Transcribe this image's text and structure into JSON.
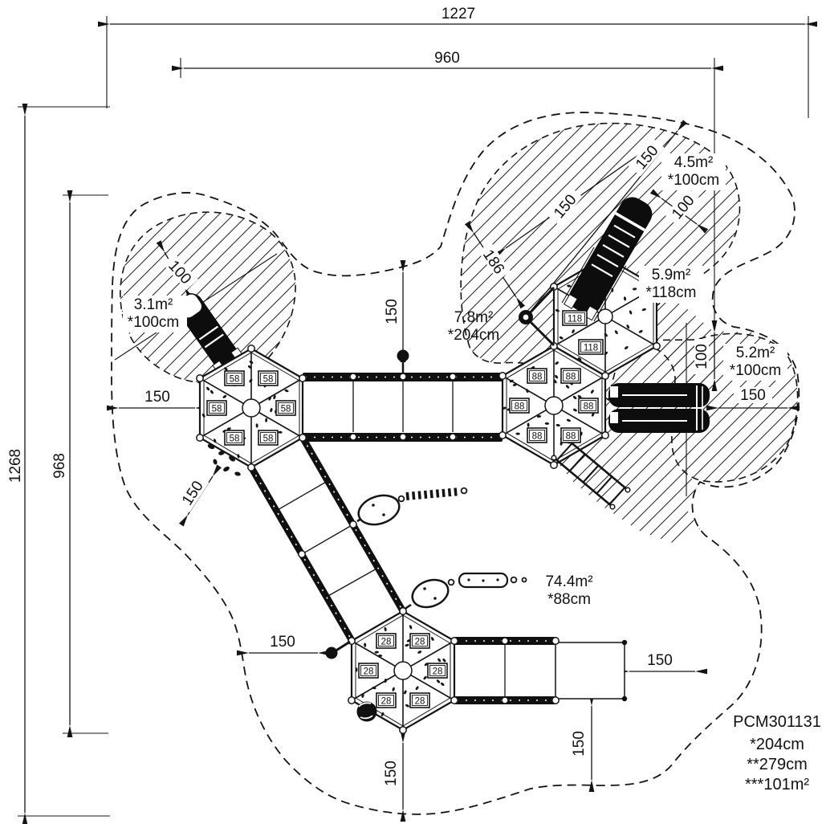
{
  "drawing": {
    "product_code": "PCM301131",
    "notes": [
      "*204cm",
      "**279cm",
      "***101m²"
    ]
  },
  "dims": {
    "outer_width": "1227",
    "inner_width": "960",
    "outer_height": "1268",
    "inner_height": "968",
    "left_clear": "150",
    "lowerleft_clear": "150",
    "bottom_clear": "150",
    "bottomv_clear": "150",
    "bottomright_h": "150",
    "bottomright_v": "150",
    "right_clear": "150",
    "top_clear": "150",
    "slide_inner": "150",
    "slide_runout": "150",
    "slide_width": "100",
    "leftslide_width": "100",
    "rightslide_width": "100",
    "diag": "186"
  },
  "zones": {
    "z31": {
      "area": "3.1m²",
      "fall": "*100cm"
    },
    "z45": {
      "area": "4.5m²",
      "fall": "*100cm"
    },
    "z59": {
      "area": "5.9m²",
      "fall": "*118cm"
    },
    "z52": {
      "area": "5.2m²",
      "fall": "*100cm"
    },
    "z78": {
      "area": "7.8m²",
      "fall": "*204cm"
    },
    "z744": {
      "area": "74.4m²",
      "fall": "*88cm"
    }
  },
  "platforms": {
    "hex58": {
      "panels": [
        "58",
        "58",
        "58",
        "58",
        "58",
        "58"
      ]
    },
    "hex88": {
      "panels": [
        "88",
        "88",
        "88",
        "88",
        "88",
        "88"
      ]
    },
    "hex28": {
      "panels": [
        "28",
        "28",
        "28",
        "28",
        "28",
        "28"
      ]
    },
    "hex118": {
      "panels": [
        "118",
        "118"
      ]
    }
  },
  "colors": {
    "line": "#141414",
    "background": "#ffffff"
  }
}
